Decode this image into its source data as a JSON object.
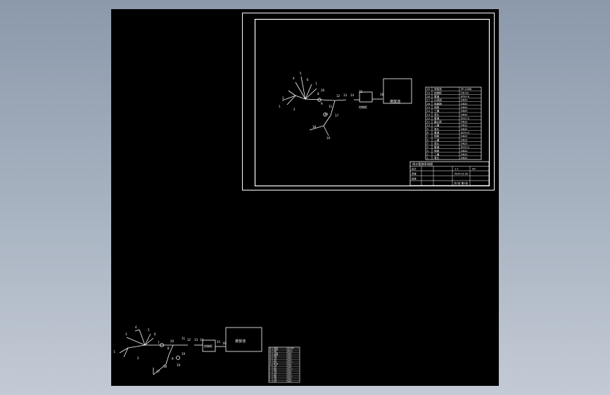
{
  "sheet": {
    "numbered_labels": [
      "1",
      "2",
      "3",
      "4",
      "5",
      "6",
      "7",
      "8",
      "9",
      "10",
      "11",
      "12",
      "13",
      "14",
      "15",
      "16",
      "17",
      "18",
      "19",
      "20"
    ],
    "box_labels": {
      "small_box": "控制柜",
      "large_box": "排放池"
    },
    "parts_list": {
      "rows": [
        {
          "no": "20",
          "name": "排放池",
          "spec": "SP-10/88"
        },
        {
          "no": "19",
          "name": "控制柜",
          "spec": "DN-Y/2"
        },
        {
          "no": "18",
          "name": "管道",
          "spec": "Φ50×4"
        },
        {
          "no": "17",
          "name": "止回阀",
          "spec": "DN50"
        },
        {
          "no": "16",
          "name": "电磁阀",
          "spec": "DN50"
        },
        {
          "no": "15",
          "name": "球阀",
          "spec": "DN50"
        },
        {
          "no": "14",
          "name": "三通",
          "spec": "DN50"
        },
        {
          "no": "13",
          "name": "弯头",
          "spec": "DN50"
        },
        {
          "no": "12",
          "name": "管道",
          "spec": "Φ32×3"
        },
        {
          "no": "11",
          "name": "截止阀",
          "spec": "DN32"
        },
        {
          "no": "10",
          "name": "三通",
          "spec": "DN32"
        },
        {
          "no": "9",
          "name": "弯头",
          "spec": "DN32"
        },
        {
          "no": "8",
          "name": "管道",
          "spec": "Φ25×3"
        },
        {
          "no": "7",
          "name": "球阀",
          "spec": "DN25"
        },
        {
          "no": "6",
          "name": "三通",
          "spec": "DN25"
        },
        {
          "no": "5",
          "name": "弯头",
          "spec": "DN25"
        },
        {
          "no": "4",
          "name": "管道",
          "spec": "Φ20×2"
        },
        {
          "no": "3",
          "name": "球阀",
          "spec": "DN20"
        },
        {
          "no": "2",
          "name": "三通",
          "spec": "DN20"
        },
        {
          "no": "1",
          "name": "弯头",
          "spec": "DN20"
        }
      ]
    },
    "title_block": {
      "title": "排水管路系统图",
      "scale": "1:1",
      "sheet": "A4",
      "drawn_label": "设计",
      "checked_label": "审核",
      "approved_label": "批准",
      "drawing_no": "PSXT-01-00",
      "sheet_info": "共1张 第1张"
    }
  }
}
